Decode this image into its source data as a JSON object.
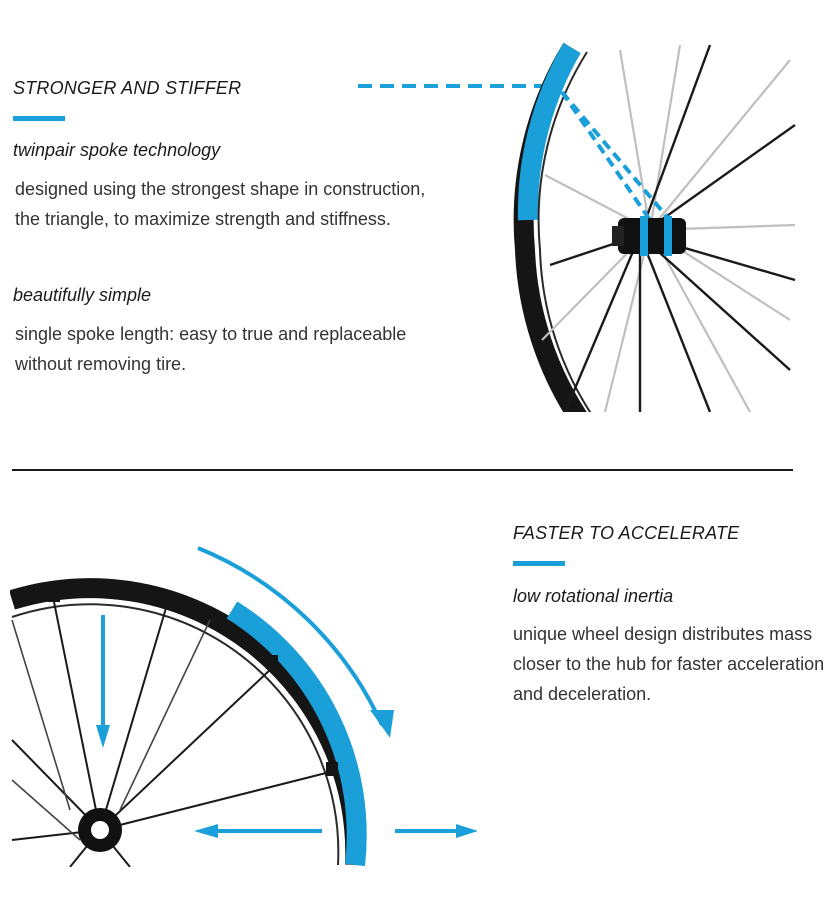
{
  "colors": {
    "accent": "#1a9fd9",
    "rim": "#151515",
    "text": "#333333"
  },
  "top": {
    "heading": "STRONGER AND STIFFER",
    "features": [
      {
        "title": "twinpair spoke technology",
        "lines": [
          "designed using the strongest shape in construction,",
          "the triangle, to maximize strength and stiffness."
        ]
      },
      {
        "title": "beautifully simple",
        "lines": [
          "single spoke length: easy to true and replaceable",
          "without removing tire."
        ]
      }
    ],
    "image": "wheel-closeup-twinpair-spokes"
  },
  "bottom": {
    "heading": "FASTER TO ACCELERATE",
    "features": [
      {
        "title": "low rotational inertia",
        "lines": [
          "unique wheel design distributes mass",
          "closer to the hub for faster acceleration",
          "and deceleration."
        ]
      }
    ],
    "image": "wheel-quarter-rotation-arrows"
  }
}
